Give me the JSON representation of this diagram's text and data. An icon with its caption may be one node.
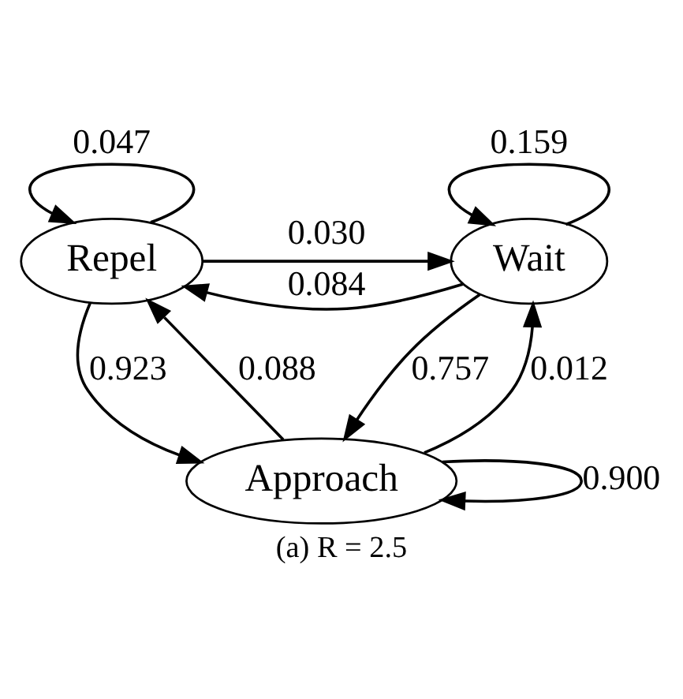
{
  "diagram": {
    "caption": "(a) R = 2.5",
    "nodes": [
      {
        "text": [
          "Repel"
        ]
      },
      {
        "text": [
          "Wait"
        ]
      },
      {
        "text": [
          "Approach"
        ]
      }
    ],
    "edges": [
      {
        "from": 0,
        "to": 0,
        "arrow": "to",
        "label": "0.047"
      },
      {
        "from": 0,
        "to": 1,
        "arrow": "to",
        "label": "0.030"
      },
      {
        "from": 1,
        "to": 0,
        "arrow": "to",
        "label": "0.084"
      },
      {
        "from": 1,
        "to": 1,
        "arrow": "to",
        "label": "0.159"
      },
      {
        "from": 1,
        "to": 2,
        "arrow": "to",
        "label": "0.757"
      },
      {
        "from": 2,
        "to": 0,
        "arrow": "to",
        "label": "0.088"
      },
      {
        "from": 0,
        "to": 2,
        "arrow": "to",
        "label": "0.923"
      },
      {
        "from": 2,
        "to": 1,
        "arrow": "to",
        "label": "0.012"
      },
      {
        "from": 2,
        "to": 2,
        "arrow": "to",
        "label": "0.900"
      }
    ]
  }
}
